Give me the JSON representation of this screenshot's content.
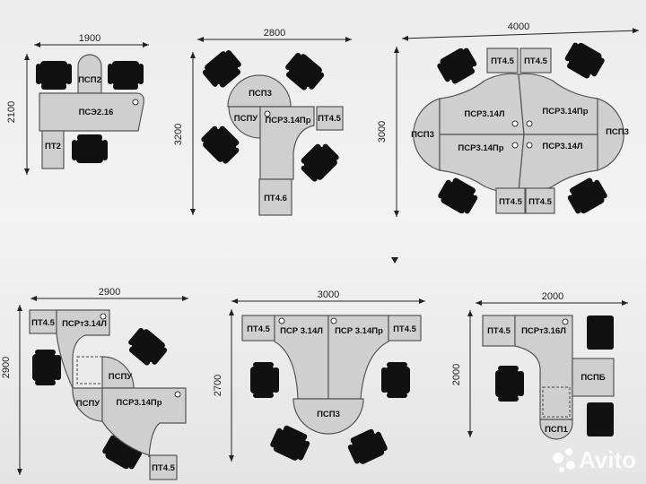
{
  "layouts": {
    "l1": {
      "width": "1900",
      "depth": "2100",
      "labels": [
        "ПСП2",
        "ПСЭ2.16",
        "ПТ2"
      ]
    },
    "l2": {
      "width": "2800",
      "depth": "3200",
      "labels": [
        "ПСП3",
        "ПСПУ",
        "ПСР3.14Пр",
        "ПТ4.5",
        "ПТ4.6"
      ]
    },
    "l3": {
      "width": "4000",
      "depth": "3000",
      "labels": [
        "ПТ4.5",
        "ПТ4.5",
        "ПСП3",
        "ПСР3.14Л",
        "ПСР3.14Пр",
        "ПСП3",
        "ПСР3.14Пр",
        "ПСР3.14Л",
        "ПТ4.5",
        "ПТ4.5"
      ]
    },
    "l4": {
      "width": "2900",
      "depth": "2900",
      "labels": [
        "ПТ4.5",
        "ПСРт3.14Л",
        "ПСПУ",
        "ПСПУ",
        "ПСР3.14Пр",
        "ПТ4.5"
      ]
    },
    "l5": {
      "width": "3000",
      "depth": "2700",
      "labels": [
        "ПТ4.5",
        "ПСР 3.14Л",
        "ПСР 3.14Пр",
        "ПТ4.5",
        "ПСП3"
      ]
    },
    "l6": {
      "width": "2000",
      "depth": "2000",
      "labels": [
        "ПТ4.5",
        "ПСРт3.16Л",
        "ПСПБ",
        "ПСП1"
      ]
    }
  },
  "watermark": {
    "text": "Avito"
  },
  "colors": {
    "furniture": "#cfcfcf",
    "chair": "#111111",
    "outline": "#555555"
  }
}
